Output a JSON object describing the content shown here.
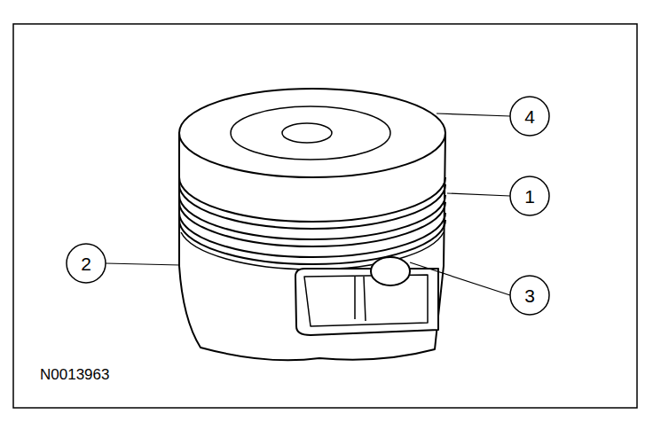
{
  "diagram": {
    "labels": [
      "4",
      "1",
      "2",
      "3",
      "N0013963"
    ]
  }
}
